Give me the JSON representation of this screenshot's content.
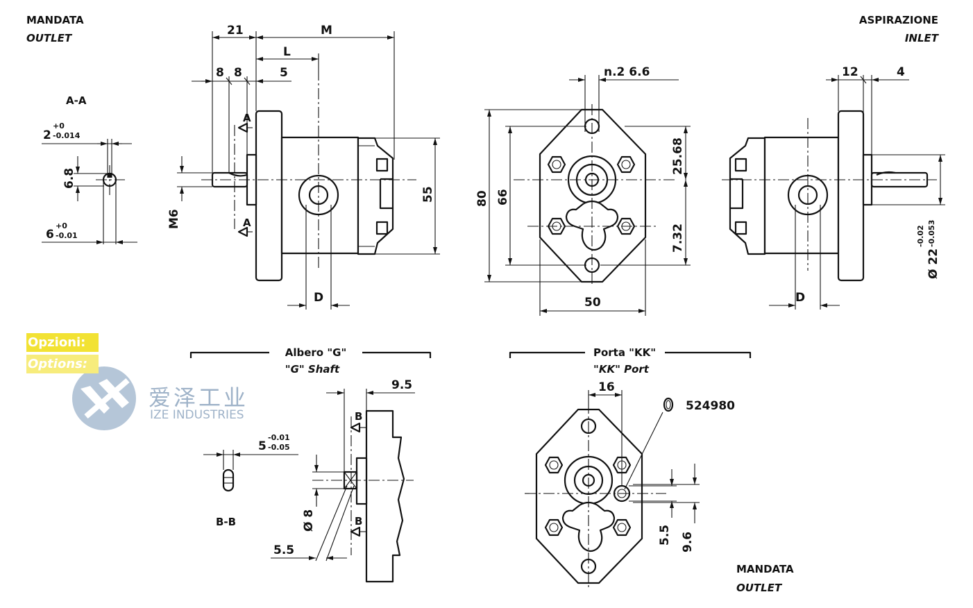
{
  "corner_labels": {
    "outlet_top_it": "MANDATA",
    "outlet_top_en": "OUTLET",
    "inlet_it": "ASPIRAZIONE",
    "inlet_en": "INLET",
    "outlet_bottom_it": "MANDATA",
    "outlet_bottom_en": "OUTLET"
  },
  "section_aa": {
    "title": "A-A",
    "width_dim": "2",
    "width_tol_upper": "+0",
    "width_tol_lower": "-0.014",
    "height_dim": "6.8",
    "dia_dim": "6",
    "dia_tol_upper": "+0",
    "dia_tol_lower": "-0.01"
  },
  "side_view": {
    "dim_21": "21",
    "dim_m": "M",
    "dim_l": "L",
    "dim_8a": "8",
    "dim_8b": "8",
    "dim_5": "5",
    "thread": "M6",
    "height_55": "55",
    "dim_d": "D",
    "section_mark": "A"
  },
  "front_view": {
    "holes": "n.2  6.6",
    "dim_80": "80",
    "dim_66": "66",
    "dim_2568": "25.68",
    "dim_732": "7.32",
    "dim_50": "50"
  },
  "rear_view": {
    "dim_12": "12",
    "dim_4": "4",
    "shaft_dia": "Ø 22",
    "shaft_tol_upper": "-0.02",
    "shaft_tol_lower": "-0.053",
    "dim_d": "D"
  },
  "options": {
    "label_it": "Opzioni:",
    "label_en": "Options:"
  },
  "shaft_g": {
    "title_it": "Albero \"G\"",
    "title_en": "\"G\" Shaft",
    "dim_95": "9.5",
    "key_dim": "5",
    "key_tol_upper": "-0.01",
    "key_tol_lower": "-0.05",
    "section_title": "B-B",
    "section_mark": "B",
    "dim_dia8": "Ø 8",
    "dim_55": "5.5"
  },
  "port_kk": {
    "title_it": "Porta \"KK\"",
    "title_en": "\"KK\" Port",
    "dim_16": "16",
    "oring": "524980",
    "dim_55": "5.5",
    "dim_96": "9.6"
  },
  "watermark": {
    "chinese": "爱泽工业",
    "english": "IZE INDUSTRIES"
  }
}
